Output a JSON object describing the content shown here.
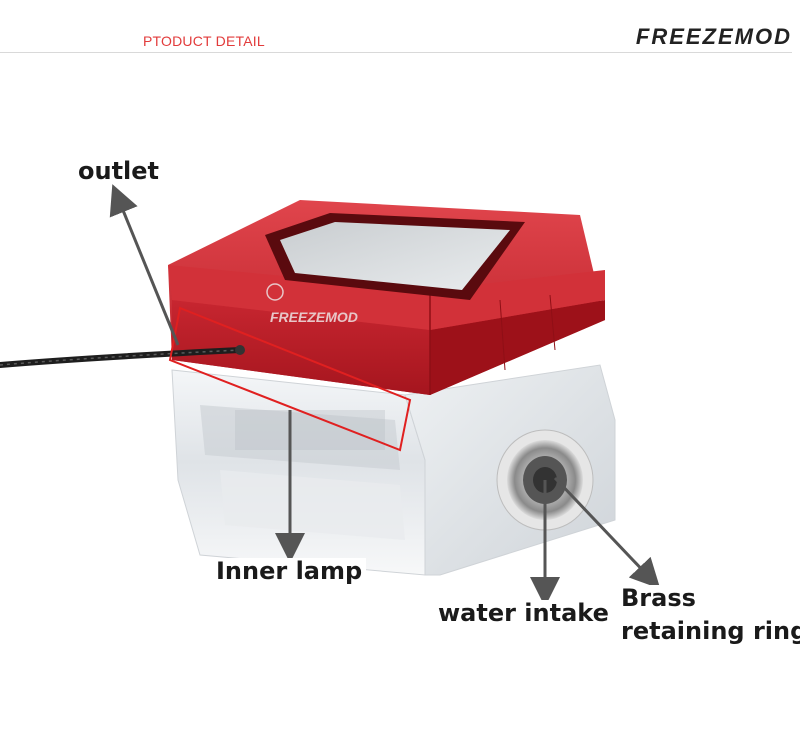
{
  "header": {
    "section_title": "PTODUCT DETAIL",
    "brand": "FREEZEMOD",
    "accent_color": "#e23b3b"
  },
  "product": {
    "body_color": "#c4232b",
    "engraved_logo": "FREEZEMOD"
  },
  "callouts": {
    "outlet": "outlet",
    "inner_lamp": "Inner lamp",
    "water_intake": "water intake",
    "brass_line1": "Brass",
    "brass_line2": "retaining ring"
  }
}
